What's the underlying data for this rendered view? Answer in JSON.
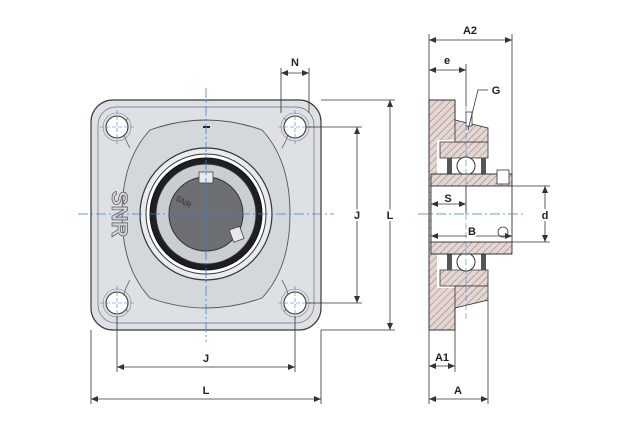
{
  "brand": "SNR",
  "insert_brand": "SNR",
  "dimensions": {
    "N": "N",
    "J_vertical": "J",
    "L_vertical": "L",
    "J_horizontal": "J",
    "L_horizontal": "L",
    "A2": "A2",
    "e": "e",
    "G": "G",
    "S": "S",
    "B": "B",
    "d": "d",
    "A1": "A1",
    "A": "A"
  },
  "colors": {
    "line": "#3a3a3a",
    "center_line": "#3f7fd0",
    "body_fill": "#d9dde1",
    "bore_fill": "#6d6f73",
    "hatch": "#8a6a6a"
  }
}
